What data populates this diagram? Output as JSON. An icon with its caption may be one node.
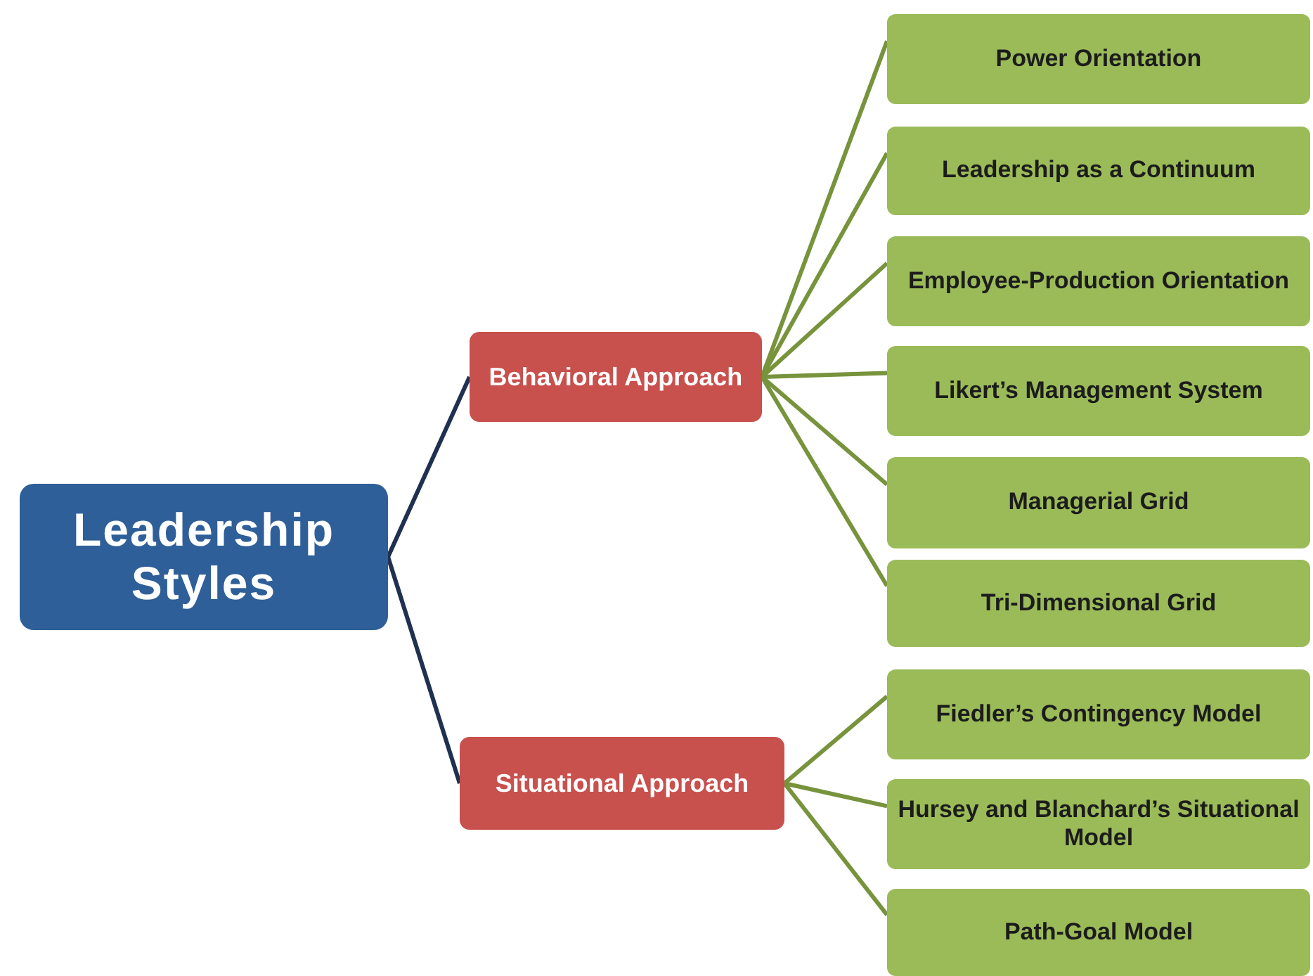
{
  "diagram": {
    "nodes": [
      {
        "text": [
          "Leadership Styles"
        ]
      },
      {
        "text": [
          "Behavioral Approach"
        ]
      },
      {
        "text": [
          "Situational Approach"
        ]
      },
      {
        "text": [
          "Power Orientation"
        ]
      },
      {
        "text": [
          "Leadership as a Continuum"
        ]
      },
      {
        "text": [
          "Employee-Production Orientation"
        ]
      },
      {
        "text": [
          "Likert’s Management System"
        ]
      },
      {
        "text": [
          "Managerial Grid"
        ]
      },
      {
        "text": [
          "Tri-Dimensional Grid"
        ]
      },
      {
        "text": [
          "Fiedler’s Contingency Model"
        ]
      },
      {
        "text": [
          "Hursey and Blanchard’s Situational Model"
        ]
      },
      {
        "text": [
          "Path-Goal Model"
        ]
      }
    ],
    "edges": [
      {
        "from": 0,
        "to": 1,
        "arrow": "none",
        "color": "#1f3050"
      },
      {
        "from": 0,
        "to": 2,
        "arrow": "none",
        "color": "#1f3050"
      },
      {
        "from": 1,
        "to": 3,
        "arrow": "none"
      },
      {
        "from": 1,
        "to": 4,
        "arrow": "none"
      },
      {
        "from": 1,
        "to": 5,
        "arrow": "none"
      },
      {
        "from": 1,
        "to": 6,
        "arrow": "none"
      },
      {
        "from": 1,
        "to": 7,
        "arrow": "none"
      },
      {
        "from": 1,
        "to": 8,
        "arrow": "none"
      },
      {
        "from": 2,
        "to": 9,
        "arrow": "none"
      },
      {
        "from": 2,
        "to": 10,
        "arrow": "none"
      },
      {
        "from": 2,
        "to": 11,
        "arrow": "none"
      }
    ]
  }
}
